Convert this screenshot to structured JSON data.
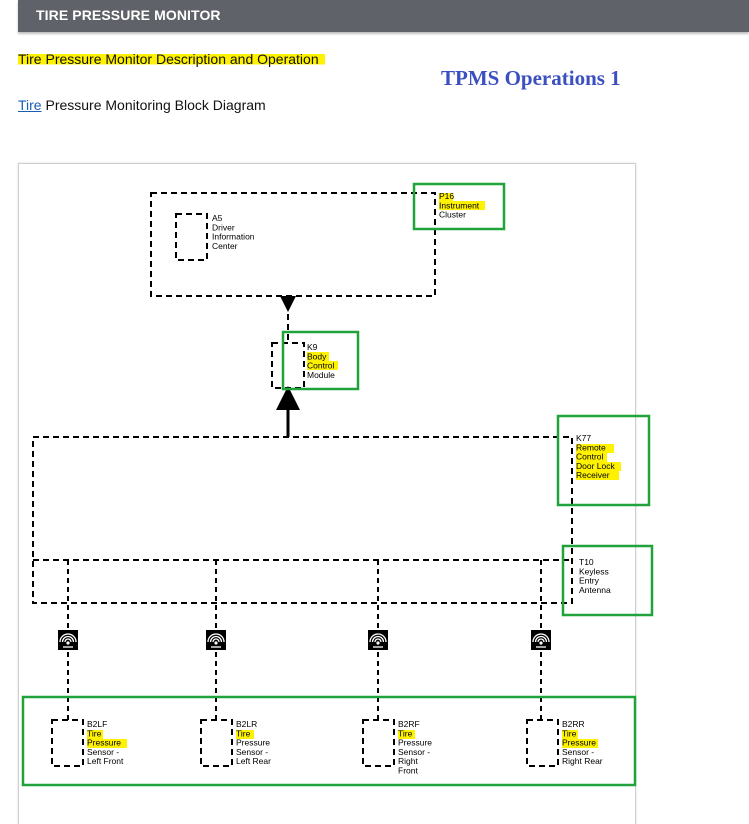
{
  "header": {
    "title": "TIRE PRESSURE MONITOR"
  },
  "links": {
    "description": "Tire Pressure Monitor Description and Operation",
    "block_diagram_prefix": "Tire",
    "block_diagram_rest": " Pressure Monitoring Block Diagram"
  },
  "annotation": {
    "text": "TPMS Operations 1"
  },
  "colors": {
    "highlight": "#fff200",
    "annotation_box": "#1fa33a",
    "annotation_text": "#3b4fc0",
    "header_bg": "#5f6268"
  },
  "diagram": {
    "driver_info_center": {
      "id": "A5",
      "lines": [
        "Driver",
        "Information",
        "Center"
      ]
    },
    "instrument_cluster": {
      "id": "P16",
      "lines": [
        "Instrument",
        "Cluster"
      ]
    },
    "body_control_module": {
      "id": "K9",
      "lines": [
        "Body",
        "Control",
        "Module"
      ]
    },
    "receiver": {
      "id": "K77",
      "lines": [
        "Remote",
        "Control",
        "Door Lock",
        "Receiver"
      ]
    },
    "antenna": {
      "id": "T10",
      "lines": [
        "Keyless",
        "Entry",
        "Antenna"
      ]
    },
    "sensors": [
      {
        "id": "B2LF",
        "lines": [
          "Tire",
          "Pressure",
          "Sensor -",
          "Left Front"
        ]
      },
      {
        "id": "B2LR",
        "lines": [
          "Tire",
          "Pressure",
          "Sensor -",
          "Left Rear"
        ]
      },
      {
        "id": "B2RF",
        "lines": [
          "Tire",
          "Pressure",
          "Sensor -",
          "Right",
          "Front"
        ]
      },
      {
        "id": "B2RR",
        "lines": [
          "Tire",
          "Pressure",
          "Sensor -",
          "Right Rear"
        ]
      }
    ],
    "wireless_icon": "wireless-signal-icon"
  }
}
